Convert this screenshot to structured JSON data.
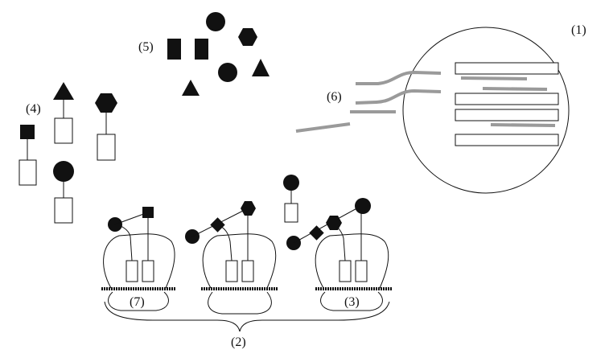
{
  "labels": {
    "l1": "(1)",
    "l2": "(2)",
    "l3": "(3)",
    "l4": "(4)",
    "l5": "(5)",
    "l6": "(6)",
    "l7": "(7)"
  },
  "colors": {
    "ink": "#111111",
    "strand": "#9a9a9a"
  }
}
